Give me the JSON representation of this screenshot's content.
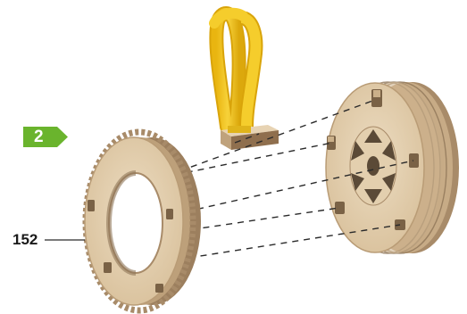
{
  "step": {
    "number": "2",
    "color": "#6ab42d"
  },
  "parts": [
    {
      "id": "part-152",
      "label": "152"
    }
  ],
  "colors": {
    "wood_face": "#e6d3b5",
    "wood_edge": "#bfa27c",
    "wood_dark": "#8f7658",
    "strap": "#f2c21b",
    "leader_line": "#2a2a2a"
  }
}
